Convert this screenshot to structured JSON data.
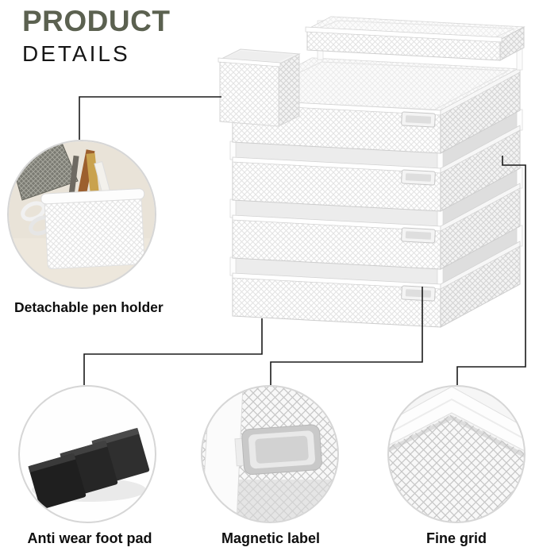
{
  "header": {
    "title": "PRODUCT",
    "subtitle": "DETAILS"
  },
  "callouts": {
    "pen_holder": {
      "label": "Detachable pen holder"
    },
    "foot_pad": {
      "label": "Anti wear foot pad"
    },
    "magnetic_label": {
      "label": "Magnetic label"
    },
    "fine_grid": {
      "label": "Fine grid"
    }
  },
  "colors": {
    "title": "#5b6150",
    "subtitle": "#161616",
    "connector_line": "#1a1a1a",
    "circle_border": "#d6d6d6",
    "product_mesh": "#e2e2e2",
    "foot_pad_black": "#1f1f1f"
  }
}
